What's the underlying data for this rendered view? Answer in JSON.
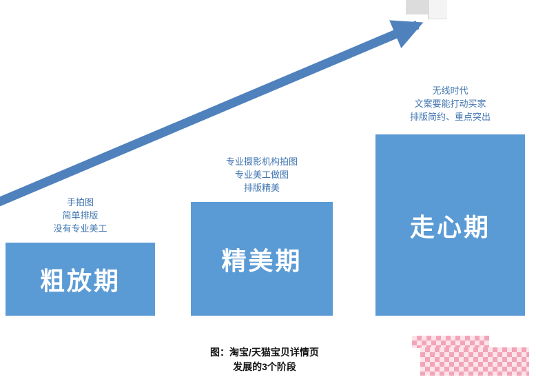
{
  "colors": {
    "bar": "#5b9bd5",
    "arrow": "#4f81bd",
    "note_text": "#4075b0",
    "bar_label": "#ffffff",
    "caption_text": "#141414",
    "watermark_pink": "#f2a4b8"
  },
  "stages": [
    {
      "label": "粗放期",
      "notes": [
        "手拍图",
        "简单排版",
        "没有专业美工"
      ]
    },
    {
      "label": "精美期",
      "notes": [
        "专业摄影机构拍图",
        "专业美工做图",
        "排版精美"
      ]
    },
    {
      "label": "走心期",
      "notes": [
        "无线时代",
        "文案要能打动买家",
        "排版简约、重点突出"
      ]
    }
  ],
  "caption": {
    "line1": "图：淘宝/天猫宝贝详情页",
    "line2": "发展的3个阶段"
  },
  "icons": {
    "arrow": "growth-trend-arrow"
  }
}
